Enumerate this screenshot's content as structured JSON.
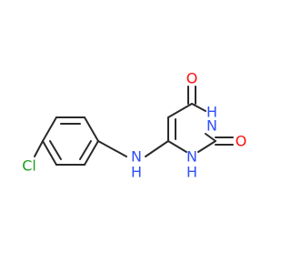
{
  "molecule": {
    "atoms": [
      {
        "id": "Cl",
        "symbol": "Cl",
        "label": "Cl",
        "color": "#1fa01f"
      },
      {
        "id": "O1",
        "symbol": "O",
        "label": "O",
        "color": "#ff0d0d"
      },
      {
        "id": "O2",
        "symbol": "O",
        "label": "O",
        "color": "#ff0d0d"
      },
      {
        "id": "N3",
        "symbol": "N",
        "label": "H",
        "h_label": "N",
        "color": "#3050f8"
      },
      {
        "id": "N1",
        "symbol": "N",
        "label": "H",
        "h_label": "N",
        "color": "#3050f8"
      },
      {
        "id": "NH",
        "symbol": "N",
        "label": "H",
        "h_label": "N",
        "color": "#3050f8"
      }
    ],
    "label_text": {
      "cl": "Cl",
      "o_top": "O",
      "o_right": "O",
      "n3": "N",
      "n3_h": "H",
      "n1": "N",
      "n1_h": "H",
      "nh": "N",
      "nh_h": "H"
    }
  }
}
